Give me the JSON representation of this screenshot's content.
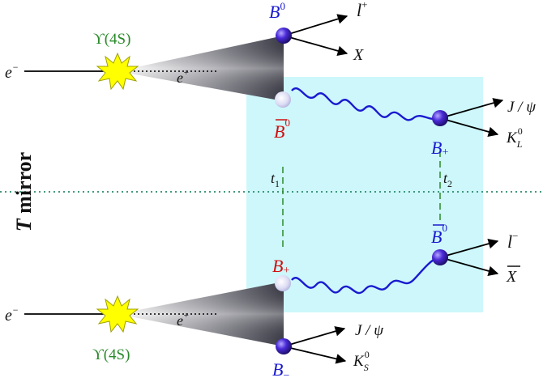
{
  "mirror_label_italic": "T",
  "mirror_label_rest": " mirror",
  "top": {
    "e_minus": "e",
    "e_minus_sup": "−",
    "e_plus": "e",
    "e_plus_sup": "+",
    "upsilon": "ϒ(4S)",
    "b0": "B",
    "b0_sup": "0",
    "l_plus": "l",
    "l_plus_sup": "+",
    "x": "X",
    "b0bar": "B",
    "b0bar_sup": "0",
    "b_plus_right": "B",
    "b_plus_right_sub": "+",
    "jpsi": "J / ψ",
    "kl": "K",
    "kl_sup": "0",
    "kl_sub": "L",
    "t1": "t",
    "t1_sub": "1",
    "t2": "t",
    "t2_sub": "2"
  },
  "bottom": {
    "e_minus": "e",
    "e_minus_sup": "−",
    "e_plus": "e",
    "e_plus_sup": "+",
    "upsilon": "ϒ(4S)",
    "b_plus": "B",
    "b_plus_sub": "+",
    "b_minus": "B",
    "b_minus_sub": "−",
    "jpsi": "J / ψ",
    "ks": "K",
    "ks_sup": "0",
    "ks_sub": "S",
    "b0bar": "B",
    "b0bar_sup": "0",
    "l_minus": "l",
    "l_minus_sup": "−",
    "xbar": "X"
  },
  "colors": {
    "panel": "#cdf7fb",
    "wave": "#1a1ad0",
    "dotted_line": "#2a8a6a",
    "dashed_line": "#2a8a2a",
    "star": "#ffff00"
  }
}
